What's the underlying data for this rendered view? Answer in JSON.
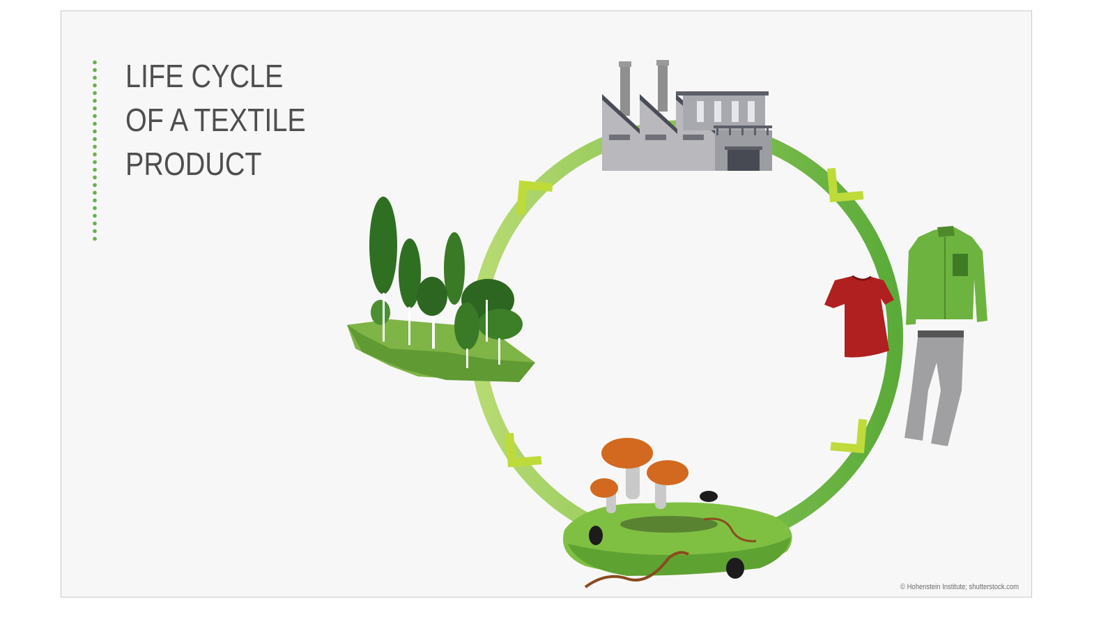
{
  "title_lines": [
    "LIFE CYCLE",
    "OF A TEXTILE",
    "PRODUCT"
  ],
  "credit": "© Hohenstein Institute; shutterstock.com",
  "stages": [
    {
      "id": "factory",
      "icon": "factory-icon"
    },
    {
      "id": "garments",
      "icon": "clothing-icon"
    },
    {
      "id": "decomposition",
      "icon": "soil-mushrooms-insects-icon"
    },
    {
      "id": "forest",
      "icon": "trees-icon"
    }
  ],
  "colors": {
    "accent_green": "#6ab04c",
    "cycle_light": "#b3d86a",
    "cycle_dark": "#5fae3d",
    "arrow_yellow_green": "#c0dc3c",
    "title_text": "#4e4e4e",
    "background": "#f7f7f7",
    "tshirt_red": "#b22222",
    "jacket_green": "#6db33f",
    "trousers_gray": "#9c9c9c",
    "mushroom_cap": "#d2691e"
  }
}
